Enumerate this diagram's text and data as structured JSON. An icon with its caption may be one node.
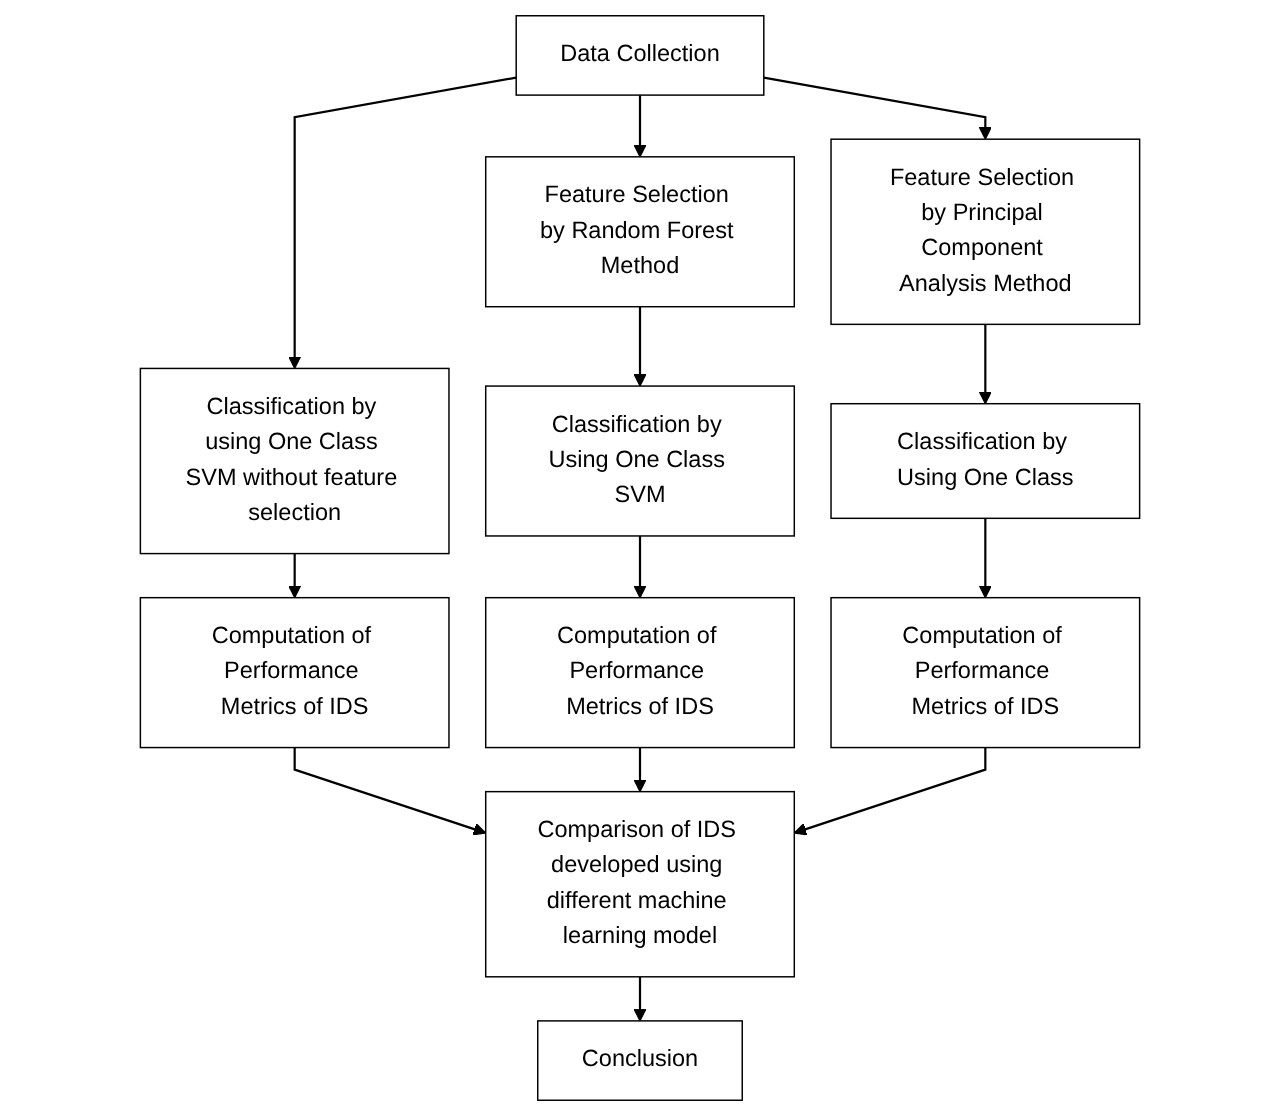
{
  "diagram": {
    "nodes": [
      {
        "text": [
          "Data Collection"
        ]
      },
      {
        "text": [
          "Classification by using One Class SVM without feature selection"
        ]
      },
      {
        "text": [
          "Computation of Performance Metrics of IDS"
        ]
      },
      {
        "text": [
          "Feature Selection by Random Forest Method"
        ]
      },
      {
        "text": [
          "Classification by Using One Class SVM"
        ]
      },
      {
        "text": [
          "Computation of Performance Metrics of IDS"
        ]
      },
      {
        "text": [
          "Feature Selection by Principal Component Analysis Method"
        ]
      },
      {
        "text": [
          "Classification by Using One Class"
        ]
      },
      {
        "text": [
          "Computation of Performance Metrics of IDS"
        ]
      },
      {
        "text": [
          "Comparison of IDS developed using different machine learning model"
        ]
      },
      {
        "text": [
          "Conclusion"
        ]
      }
    ],
    "edges": [
      {
        "from": 0,
        "to": 1,
        "arrow": "to"
      },
      {
        "from": 0,
        "to": 3,
        "arrow": "to"
      },
      {
        "from": 0,
        "to": 6,
        "arrow": "to"
      },
      {
        "from": 1,
        "to": 2,
        "arrow": "to"
      },
      {
        "from": 3,
        "to": 4,
        "arrow": "to"
      },
      {
        "from": 4,
        "to": 5,
        "arrow": "to"
      },
      {
        "from": 6,
        "to": 7,
        "arrow": "to"
      },
      {
        "from": 7,
        "to": 8,
        "arrow": "to"
      },
      {
        "from": 2,
        "to": 9,
        "arrow": "to"
      },
      {
        "from": 5,
        "to": 9,
        "arrow": "to"
      },
      {
        "from": 8,
        "to": 9,
        "arrow": "to"
      },
      {
        "from": 9,
        "to": 10,
        "arrow": "to"
      }
    ]
  }
}
